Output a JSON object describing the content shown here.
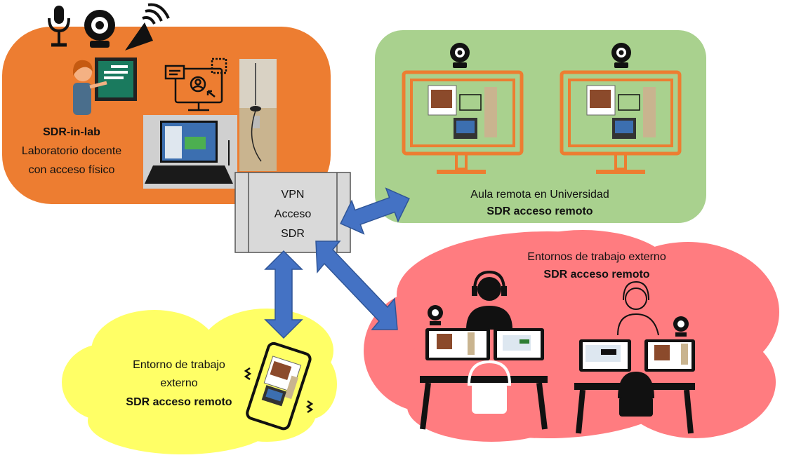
{
  "lab": {
    "title": "SDR-in-lab",
    "line1": "Laboratorio docente",
    "line2": "con acceso físico"
  },
  "vpn": {
    "line1": "VPN",
    "line2": "Acceso",
    "line3": "SDR"
  },
  "university": {
    "line1": "Aula remota en Universidad",
    "line2": "SDR acceso remoto"
  },
  "external_multi": {
    "line1": "Entornos de trabajo externo",
    "line2": "SDR acceso remoto"
  },
  "external_single": {
    "line1": "Entorno de trabajo",
    "line2": "externo",
    "line3": "SDR acceso remoto"
  },
  "colors": {
    "lab_panel": "#ed7d31",
    "university_panel": "#a9d18e",
    "external_cloud": "#ff7c80",
    "phone_cloud": "#ffff66",
    "vpn_box": "#d9d9d9",
    "arrow": "#4472c4",
    "monitor_frame": "#ed7d31"
  },
  "icons": [
    "microphone-icon",
    "webcam-icon",
    "speaker-icon",
    "teacher-icon",
    "remote-desktop-icon",
    "headset-icon",
    "smartphone-icon"
  ]
}
